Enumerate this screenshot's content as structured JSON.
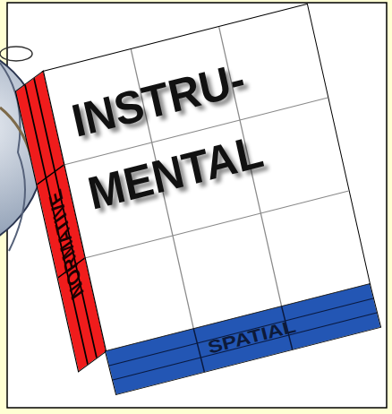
{
  "diagram": {
    "nodes": [
      {
        "text": [
          "INSTRU- MENTAL"
        ]
      },
      {
        "text": [
          "NORMATIVE"
        ]
      },
      {
        "text": [
          "SPATIAL"
        ]
      }
    ]
  }
}
